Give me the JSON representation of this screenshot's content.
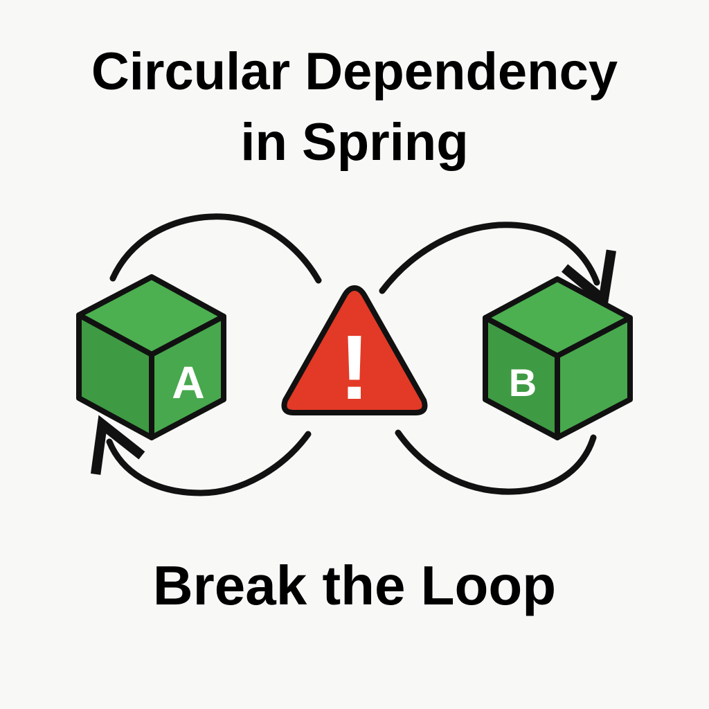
{
  "title": {
    "line1": "Circular Dependency",
    "line2": "in Spring"
  },
  "footer": "Break the Loop",
  "cubes": [
    {
      "label": "A"
    },
    {
      "label": "B"
    }
  ],
  "warning": {
    "symbol": "!",
    "icon": "warning-triangle-icon"
  },
  "colors": {
    "background": "#f8f8f6",
    "cube_top": "#4caf50",
    "cube_side_dark": "#388e3c",
    "cube_side_light": "#43a047",
    "warning_red": "#e53424",
    "outline": "#111111"
  }
}
